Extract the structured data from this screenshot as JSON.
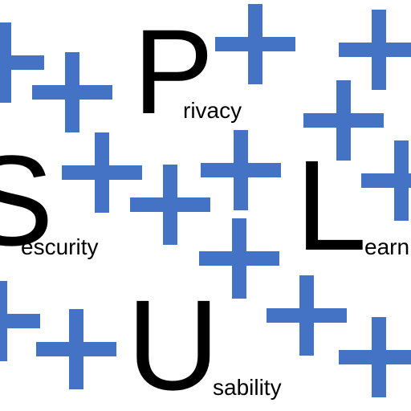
{
  "colors": {
    "plus": "#4472c4",
    "text": "#000000",
    "background": "#ffffff"
  },
  "icons": {
    "decoration": "plus-icon"
  },
  "words": {
    "privacy": {
      "letter": "P",
      "rest": "rivacy"
    },
    "security": {
      "letter": "S",
      "rest": "escurity"
    },
    "learning": {
      "letter": "L",
      "rest": "earn"
    },
    "usability": {
      "letter": "U",
      "rest": "sability"
    }
  }
}
